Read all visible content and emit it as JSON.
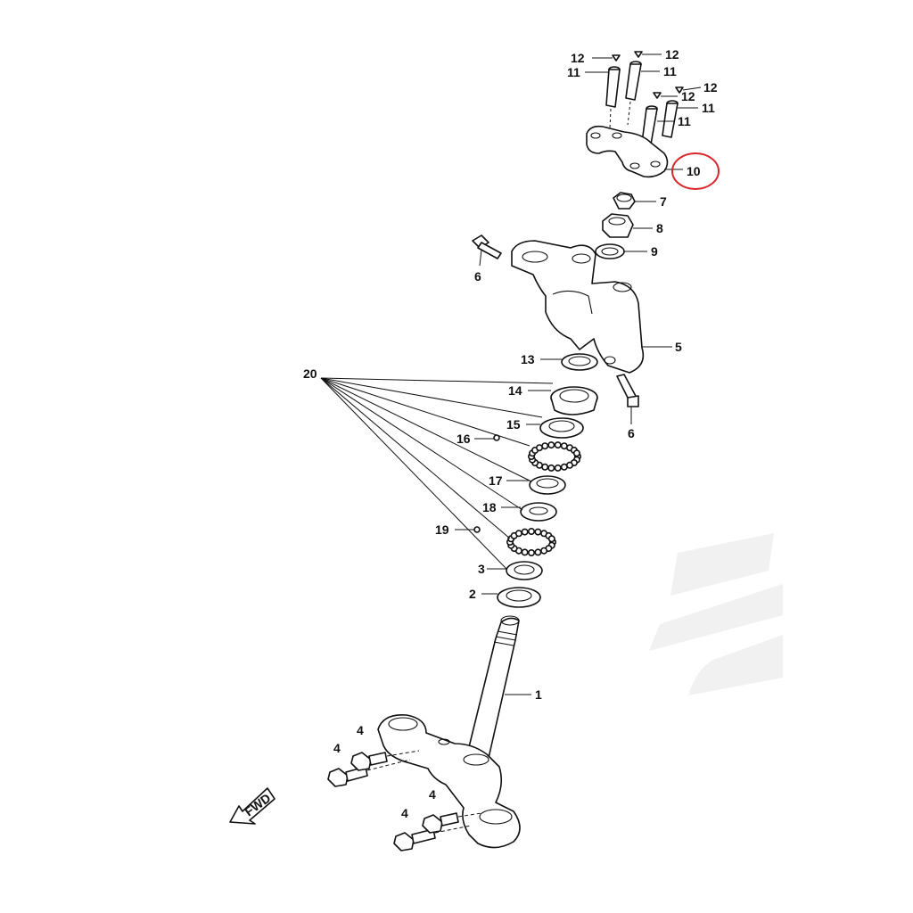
{
  "diagram": {
    "fwd_label": "FWD",
    "highlight_color": "#d8262b",
    "watermark_color": "#f1f1f1",
    "labels": {
      "p1": "1",
      "p2": "2",
      "p3": "3",
      "p4a": "4",
      "p4b": "4",
      "p4c": "4",
      "p4d": "4",
      "p5": "5",
      "p6a": "6",
      "p6b": "6",
      "p7": "7",
      "p8": "8",
      "p9": "9",
      "p10": "10",
      "p11a": "11",
      "p11b": "11",
      "p11c": "11",
      "p11d": "11",
      "p12a": "12",
      "p12b": "12",
      "p12c": "12",
      "p12d": "12",
      "p13": "13",
      "p14": "14",
      "p15": "15",
      "p16": "16",
      "p17": "17",
      "p18": "18",
      "p19": "19",
      "p20": "20"
    }
  }
}
